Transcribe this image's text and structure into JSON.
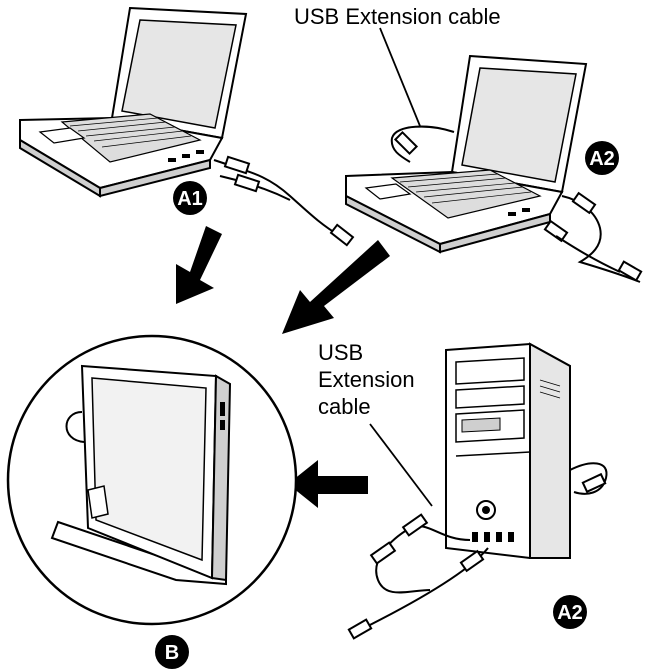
{
  "labels": {
    "top_cable": "USB Extension cable",
    "side_cable_line1": "USB",
    "side_cable_line2": "Extension",
    "side_cable_line3": "cable"
  },
  "badges": {
    "a1": "A1",
    "a2_top": "A2",
    "a2_bottom": "A2",
    "b": "B"
  },
  "colors": {
    "ink": "#000000",
    "paper": "#ffffff",
    "screen": "#e6e6e6",
    "shade": "#cfcfcf"
  }
}
